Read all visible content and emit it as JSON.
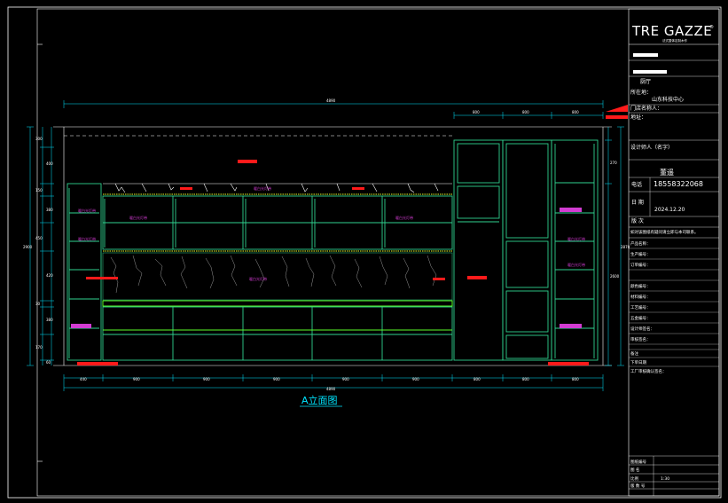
{
  "brand": {
    "logo": "TRE GAZZE",
    "registered": "®",
    "sub": "法式整体定制木作"
  },
  "title_block": {
    "space": "厨厅",
    "project_label": "所在地：",
    "project_value": "山东科技中心",
    "rows_top": [
      "门店名称人：",
      "地址："
    ],
    "designer_label": "设计师人（名字）",
    "designer_name": "董遥",
    "phone_label": "电话",
    "phone_value": "18558322068",
    "date_label": "日 期",
    "date_value": "2024.12.20",
    "version_label": "版 次",
    "notes_label": "如对该图纸有疑问请立即与本司联系。",
    "fields": [
      "产品名称：",
      "生产编号：",
      "订单编号：",
      "",
      "颜色编号：",
      "材料编号：",
      "工艺编号：",
      "五金编号：",
      "设计师签名：",
      "审核签名：",
      "",
      "备注",
      "下单日期",
      "工厂审核确认签名："
    ],
    "bottom_rows": [
      {
        "label": "图纸编号",
        "value": ""
      },
      {
        "label": "图 名",
        "value": ""
      },
      {
        "label": "比例",
        "value": "1:30"
      },
      {
        "label": "版 数 号",
        "value": ""
      }
    ]
  },
  "drawing": {
    "view_title": "A立面图",
    "overall_width": "4890",
    "top_dims": [
      "800",
      "800",
      "800"
    ],
    "bottom_dims": [
      "440",
      "900",
      "900",
      "900",
      "900",
      "900",
      "800",
      "800",
      "800"
    ],
    "left_dims": [
      "300",
      "400",
      "150",
      "380",
      "450",
      "420",
      "30",
      "380",
      "170",
      "60"
    ],
    "left_total": "2900",
    "right_dims": [
      "270",
      "2600"
    ],
    "right_total": "2870",
    "shelf_labels": [
      "暖白光灯带",
      "暖白光灯带",
      "暖白光灯带",
      "暖白光灯带",
      "暖白光灯带",
      "暖白光灯带",
      "暖白光灯带",
      "暖白光灯带"
    ]
  },
  "colors": {
    "cabinet": "#2fd28f",
    "shelf_bright": "#5cff2a",
    "led": "#e9ff2a",
    "marker": "#ff1a1a",
    "dimension": "#00e5ff",
    "magenta": "#d23cd2",
    "border": "#ffffff"
  }
}
